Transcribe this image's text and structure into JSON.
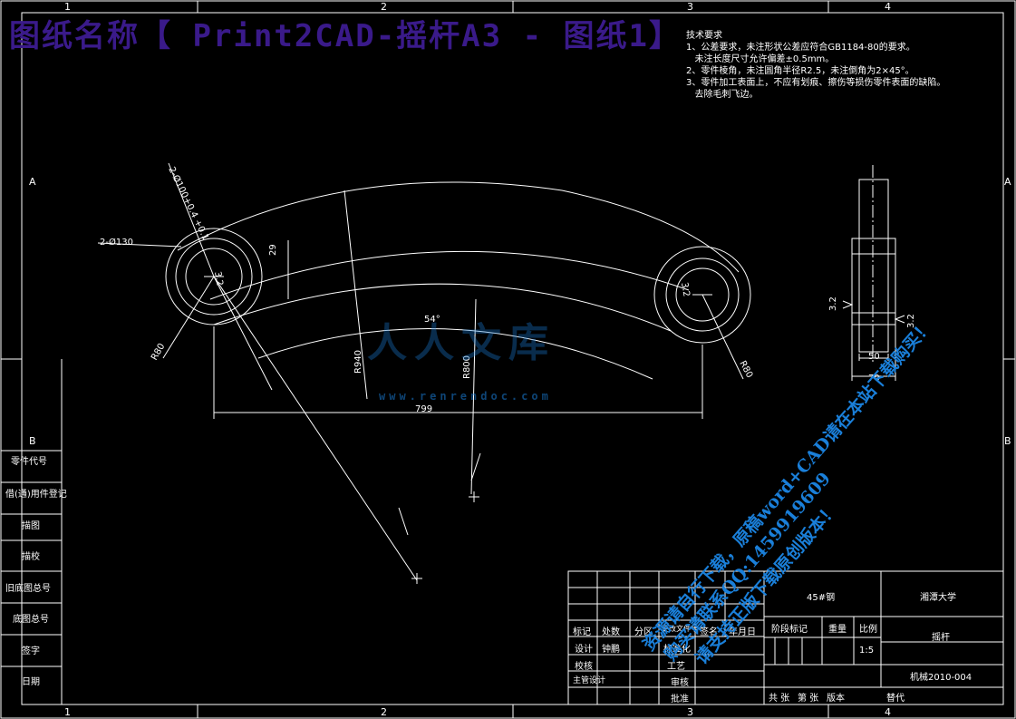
{
  "banner": {
    "title": "图纸名称【 Print2CAD-摇杆A3 - 图纸1】"
  },
  "notes": {
    "heading": "技术要求",
    "line1": "1、公差要求，未注形状公差应符合GB1184-80的要求。",
    "line1b": "   未注长度尺寸允许偏差±0.5mm。",
    "line2": "2、零件棱角，未注圆角半径R2.5，未注倒角为2×45°。",
    "line3": "3、零件加工表面上，不应有划痕、擦伤等损伤零件表面的缺陷。",
    "line3b": "   去除毛刺飞边。"
  },
  "grid": {
    "col1": "1",
    "col2": "2",
    "col3": "3",
    "col4": "4",
    "rowA": "A",
    "rowB": "B"
  },
  "side_table": [
    "零件代号",
    "借(通)用件登记",
    "描图",
    "描校",
    "旧底图总号",
    "底图总号",
    "签字",
    "日期"
  ],
  "dims": {
    "d_hole_left": "2-Ø100+0.4 +0.1",
    "d_outer": "2-Ø130",
    "r_12_left": "3.2",
    "r_12_right": "3.2",
    "dim_29": "29",
    "angle": "54°",
    "r80_left": "R80",
    "r80_right": "R80",
    "r940": "R940",
    "r800": "R800",
    "len_799": "799",
    "side_32a": "3.2",
    "side_32b": "3.2",
    "side_50": "50",
    "side_70": "70"
  },
  "watermark": {
    "logo_cn": "人人文库",
    "url": "www.renrendoc.com",
    "line1": "资源请自行下载，原稿word+CAD请在本站下载购买！",
    "line2": "购买请联系QQ:1459919609",
    "line3": "请支持正版下载原创版本！"
  },
  "titleblock": {
    "material": "45#钢",
    "school": "湘潭大学",
    "part_name": "摇杆",
    "drawing_no": "机械2010-004",
    "scale_label": "比例",
    "scale": "1:5",
    "stage_label": "阶段标记",
    "weight_label": "重量",
    "total_label": "共 张",
    "sheet_label": "第 张",
    "version_label": "版本",
    "replace_label": "替代",
    "row_headers": [
      "标记",
      "处数",
      "分区",
      "更改文件号",
      "签名",
      "年月日"
    ],
    "design_label": "设计",
    "designer": "钟鹏",
    "std_label": "标准化",
    "check_label": "校核",
    "craft_label": "工艺",
    "chief_label": "主管设计",
    "review_label": "审核",
    "approve_label": "批准"
  }
}
